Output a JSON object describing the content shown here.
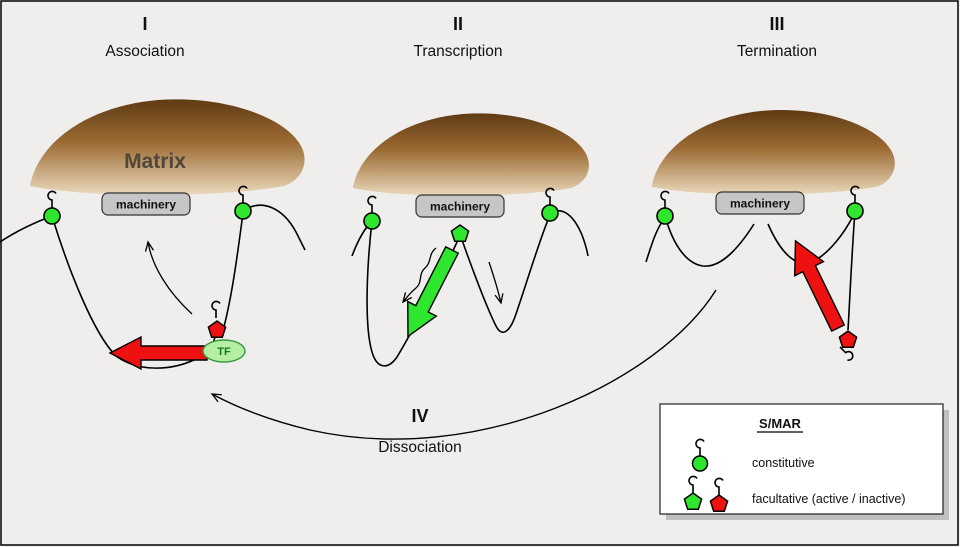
{
  "stages": {
    "one": {
      "numeral": "I",
      "label": "Association"
    },
    "two": {
      "numeral": "II",
      "label": "Transcription"
    },
    "three": {
      "numeral": "III",
      "label": "Termination"
    },
    "four": {
      "numeral": "IV",
      "label": "Dissociation"
    }
  },
  "matrix": {
    "label": "Matrix"
  },
  "machinery": {
    "one": "machinery",
    "two": "machinery",
    "three": "machinery"
  },
  "tf": {
    "label": "TF"
  },
  "legend": {
    "title": "S/MAR",
    "rows": [
      {
        "label": "constitutive"
      },
      {
        "label": "facultative (active / inactive)"
      }
    ]
  },
  "colors": {
    "background": "#efeeec",
    "green": "#2ee62e",
    "red": "#ee1111",
    "matrix_top": "#5f3a14",
    "matrix_bottom": "#ead9bd",
    "machinery_fill": "#c6c6c6",
    "tf_fill": "#b5eea5"
  }
}
